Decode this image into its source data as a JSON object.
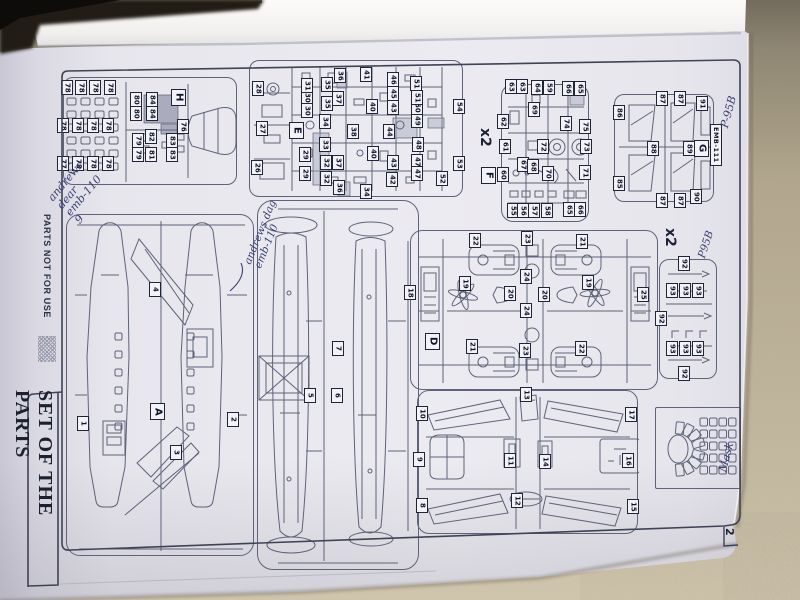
{
  "colors": {
    "desk": "#b7ab92",
    "desk_dark": "#6e6758",
    "page": "#e9e8ee",
    "print_line": "#5e6379",
    "frame": "#3e4356",
    "ink": "#3a4070",
    "shade": "#a2a7ba"
  },
  "page": {
    "title": "SET OF THE PARTS",
    "page_number": "2",
    "parts_not_for_use": "PARTS NOT FOR USE"
  },
  "handwriting": {
    "title_note_lines": [
      "andrews",
      "dear",
      "emb-110",
      "9"
    ],
    "wing_note_lines": [
      "andrews dag",
      "emb-110"
    ],
    "p95b_top": "P-95B",
    "p95b_side": "P95B",
    "mask": "Mask"
  },
  "sprues": {
    "A": {
      "letter": "A",
      "labels": [
        "1",
        "2",
        "3",
        "4"
      ]
    },
    "B": {
      "labels": [
        "5",
        "6",
        "7"
      ]
    },
    "D": {
      "letter": "D",
      "multiplier": "x2",
      "labels": [
        "18",
        "19",
        "19",
        "20",
        "20",
        "21",
        "21",
        "22",
        "22",
        "23",
        "23",
        "24",
        "24",
        "25"
      ]
    },
    "E": {
      "letter": "E",
      "labels": [
        "26",
        "27",
        "28",
        "29",
        "29",
        "30",
        "30",
        "31",
        "32",
        "32",
        "33",
        "34",
        "34",
        "35",
        "35",
        "36",
        "36",
        "37",
        "37",
        "38",
        "40",
        "40",
        "41",
        "42",
        "43",
        "43",
        "44",
        "45",
        "46",
        "47",
        "47",
        "48",
        "49",
        "50",
        "51",
        "51",
        "52",
        "53",
        "54"
      ]
    },
    "F": {
      "letter": "F",
      "multiplier": "x2",
      "labels": [
        "55",
        "56",
        "57",
        "58",
        "59",
        "63",
        "63",
        "64",
        "66",
        "65",
        "62",
        "61",
        "60",
        "69",
        "67",
        "68",
        "70",
        "71",
        "72",
        "73",
        "74",
        "75",
        "65",
        "66"
      ]
    },
    "G": {
      "letter": "G",
      "code": "EMB-111",
      "labels": [
        "86",
        "87",
        "87",
        "91",
        "88",
        "89",
        "85",
        "87",
        "87",
        "90"
      ]
    },
    "H": {
      "letter": "H",
      "labels": [
        "78",
        "78",
        "78",
        "78",
        "78",
        "78",
        "78",
        "78",
        "77",
        "78",
        "78",
        "78",
        "80",
        "84",
        "80",
        "84",
        "79",
        "82",
        "79",
        "81",
        "83",
        "83",
        "76"
      ]
    },
    "W": {
      "labels": [
        "8",
        "9",
        "10",
        "11",
        "12",
        "13",
        "14",
        "15",
        "16",
        "17"
      ]
    },
    "S": {
      "labels": [
        "92",
        "93",
        "93",
        "93",
        "92",
        "93",
        "93",
        "93",
        "92"
      ]
    }
  }
}
